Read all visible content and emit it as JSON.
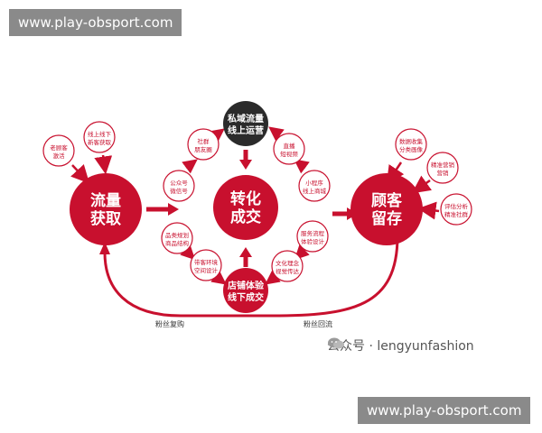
{
  "watermark": {
    "top": "www.play-obsport.com",
    "bottom": "www.play-obsport.com"
  },
  "diagram": {
    "center": {
      "line1": "转化",
      "line2": "成交"
    },
    "left": {
      "line1": "流量",
      "line2": "获取"
    },
    "right": {
      "line1": "顾客",
      "line2": "留存"
    },
    "top": {
      "line1": "私域流量",
      "line2": "线上运营"
    },
    "bottom": {
      "line1": "店铺体验",
      "line2": "线下成交"
    },
    "left_inputs": [
      {
        "line1": "老顾客",
        "line2": "激活"
      },
      {
        "line1": "线上线下",
        "line2": "新客获取"
      }
    ],
    "top_ring": [
      {
        "line1": "社群",
        "line2": "朋友圈"
      },
      {
        "line1": "公众号",
        "line2": "微信号"
      },
      {
        "line1": "直播",
        "line2": "短视频"
      },
      {
        "line1": "小程序",
        "line2": "线上商城"
      }
    ],
    "bottom_ring": [
      {
        "line1": "品类规划",
        "line2": "商品结构"
      },
      {
        "line1": "带客环境",
        "line2": "空间设计"
      },
      {
        "line1": "服务流程",
        "line2": "体验设计"
      },
      {
        "line1": "文化理念",
        "line2": "视觉传达"
      }
    ],
    "right_inputs": [
      {
        "line1": "数据收集",
        "line2": "分类画像"
      },
      {
        "line1": "精准营销",
        "line2": "营销"
      },
      {
        "line1": "评估分析",
        "line2": "精准社群"
      }
    ],
    "flow_left": "粉丝复购",
    "flow_right": "粉丝回流"
  },
  "credit": {
    "prefix": "公众号 · ",
    "account": "lengyunfashion"
  },
  "colors": {
    "primary": "#c8102e",
    "dark": "#2b2b2b",
    "text": "#333333"
  }
}
